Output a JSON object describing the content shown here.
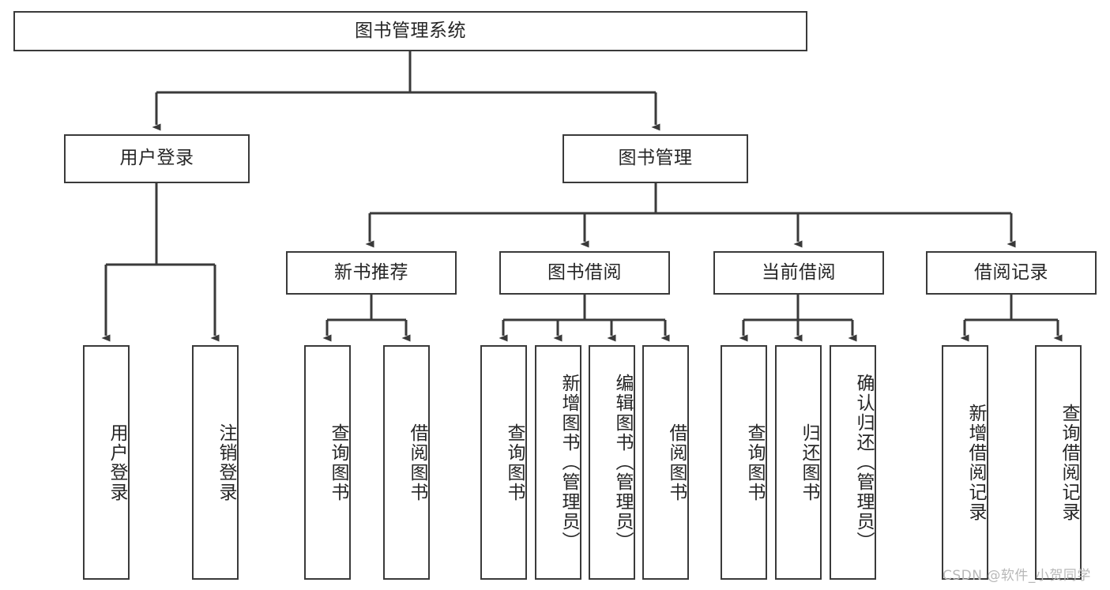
{
  "diagram": {
    "title": "图书管理系统",
    "type": "tree-hierarchy",
    "root": {
      "label": "图书管理系统"
    },
    "level2": [
      {
        "label": "用户登录"
      },
      {
        "label": "图书管理"
      }
    ],
    "level3": [
      {
        "label": "新书推荐"
      },
      {
        "label": "图书借阅"
      },
      {
        "label": "当前借阅"
      },
      {
        "label": "借阅记录"
      }
    ],
    "leaves": {
      "user_login": [
        {
          "label": "用户登录"
        },
        {
          "label": "注销登录"
        }
      ],
      "new_book_recommend": [
        {
          "label": "查询图书"
        },
        {
          "label": "借阅图书"
        }
      ],
      "book_borrow": [
        {
          "label": "查询图书"
        },
        {
          "label": "新增图书（管理员）"
        },
        {
          "label": "编辑图书（管理员）"
        },
        {
          "label": "借阅图书"
        }
      ],
      "current_borrow": [
        {
          "label": "查询图书"
        },
        {
          "label": "归还图书"
        },
        {
          "label": "确认归还（管理员）"
        }
      ],
      "borrow_record": [
        {
          "label": "新增借阅记录"
        },
        {
          "label": "查询借阅记录"
        }
      ]
    }
  },
  "watermark": {
    "text": "CSDN @软件_小贺同学"
  },
  "colors": {
    "border": "#3a3a3a",
    "text": "#262626",
    "background": "#ffffff",
    "watermark": "#b8b8b8"
  }
}
